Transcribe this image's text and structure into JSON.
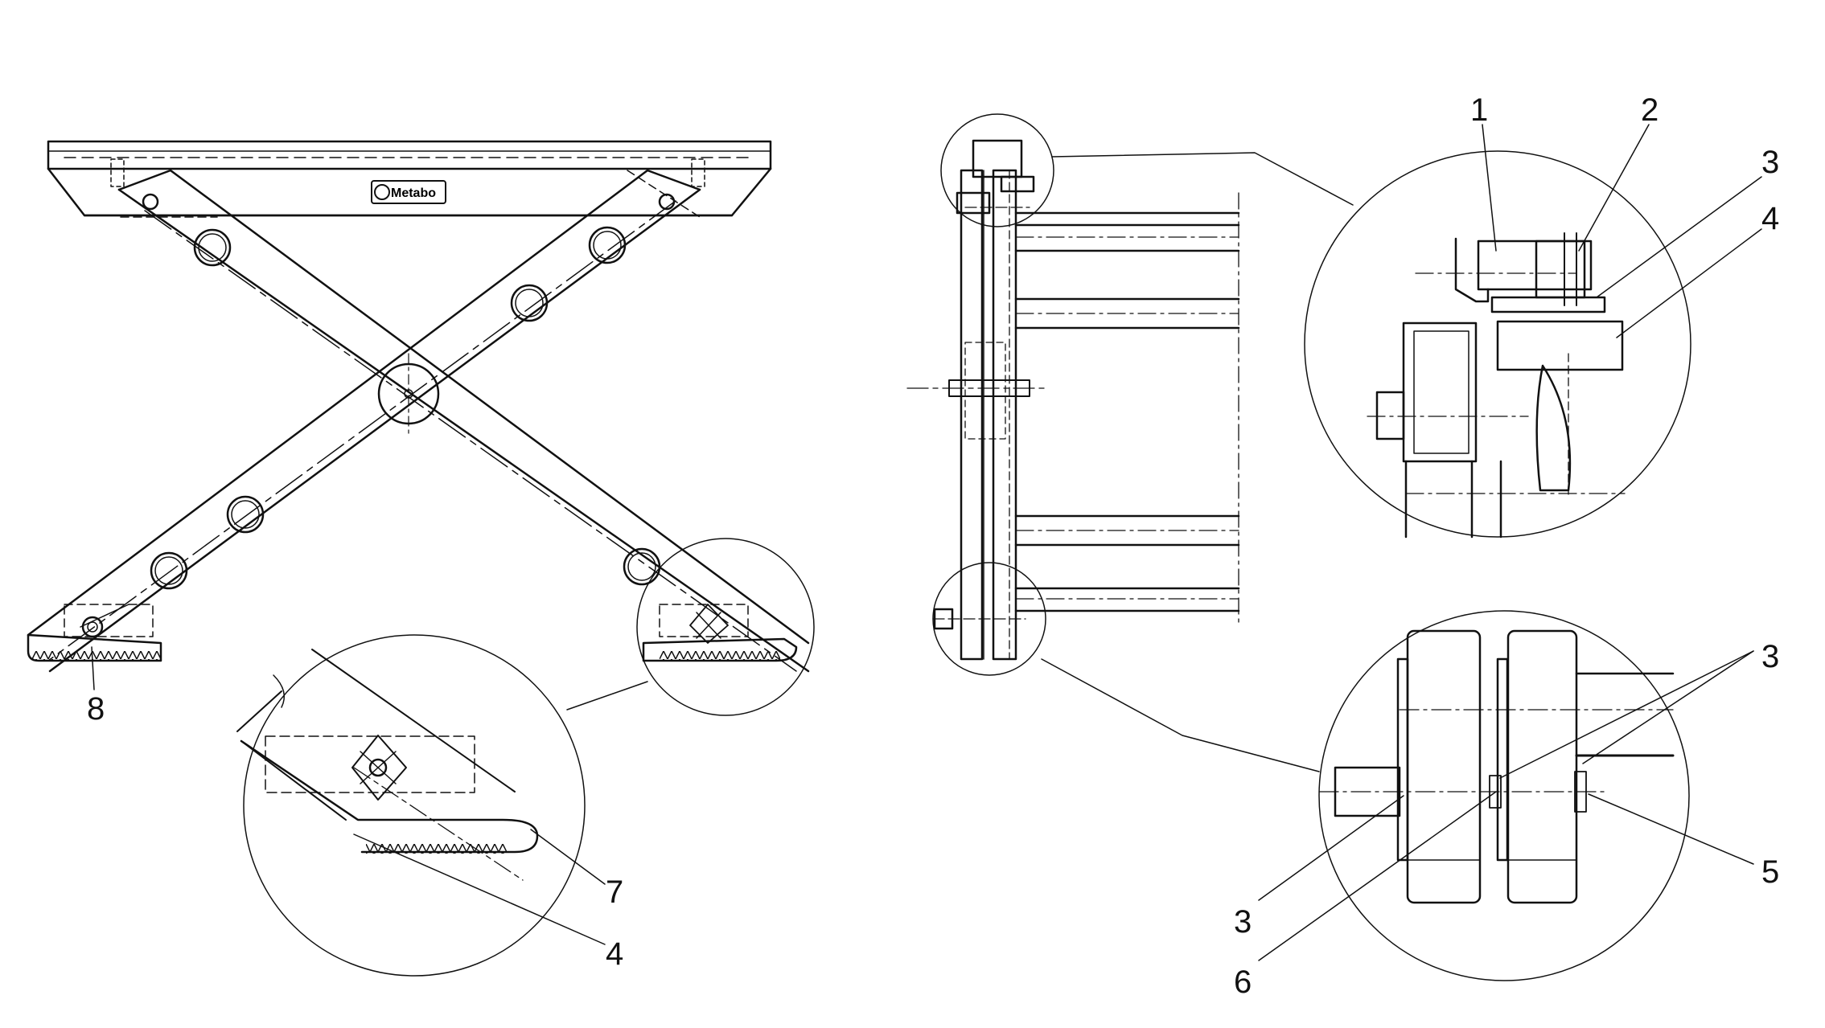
{
  "drawing": {
    "line_color": "#111111",
    "background": "#ffffff",
    "brand_label": "Metabo",
    "callouts": {
      "left_view": [
        "8",
        "7",
        "4"
      ],
      "top_detail": [
        "1",
        "2",
        "3",
        "4"
      ],
      "bottom_detail": [
        "3",
        "3",
        "6",
        "5"
      ]
    }
  }
}
